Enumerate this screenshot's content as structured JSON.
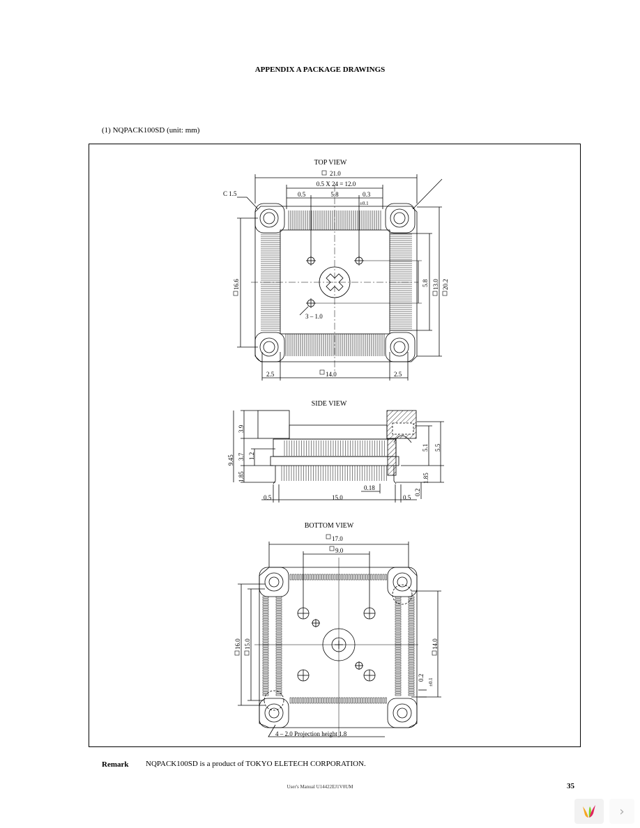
{
  "header": {
    "title": "APPENDIX A  PACKAGE DRAWINGS"
  },
  "section": {
    "caption": "(1) NQPACK100SD (unit: mm)"
  },
  "drawing": {
    "top_view": {
      "title": "TOP VIEW",
      "dim_overall": "21.0",
      "dim_pitch": "0.5 X 24 = 12.0",
      "dim_left_pitch": "0.5",
      "dim_hole_spacing": "5.8",
      "dim_lead_width": "0.3",
      "dim_tolerance": "±0.1",
      "chamfer": "C 1.5",
      "dim_side": "16.6",
      "dim_right_5_8": "5.8",
      "dim_right_13": "13.0",
      "dim_right_20_2": "20.2",
      "holes_note": "3 –   1.0",
      "dim_bottom_left": "2.5",
      "dim_bottom_center": "14.0",
      "dim_bottom_right": "2.5"
    },
    "side_view": {
      "title": "SIDE VIEW",
      "dim_3_9": "3.9",
      "dim_9_45": "9.45",
      "dim_3_7": "3.7",
      "dim_1_2": "1.2",
      "dim_1_85_left": "1.85",
      "dim_5_1": "5.1",
      "dim_5_5": "5.5",
      "dim_1_85_right": "1.85",
      "dim_0_18": "0.18",
      "dim_0_2": "0.2",
      "dim_bottom_left": "0.5",
      "dim_bottom_center": "15.0",
      "dim_bottom_right": "0.5"
    },
    "bottom_view": {
      "title": "BOTTOM VIEW",
      "dim_overall": "17.0",
      "dim_holes": "9.0",
      "dim_16": "16.0",
      "dim_15": "15.0",
      "dim_14": "14.0",
      "dim_0_2": "0.2",
      "dim_tolerance": "±0.1",
      "projection_note": "4 –   2.0 Projection height 1.8"
    }
  },
  "remark": {
    "label": "Remark",
    "text": "NQPACK100SD is a product of TOKYO ELETECH CORPORATION."
  },
  "footer": {
    "document_id": "User's Manual U14422EJ1V0UM",
    "page_number": "35"
  },
  "viewer": {
    "next_label": "›",
    "logo_icon": "pdf-viewer-logo-icon",
    "next_icon": "chevron-right-icon"
  }
}
